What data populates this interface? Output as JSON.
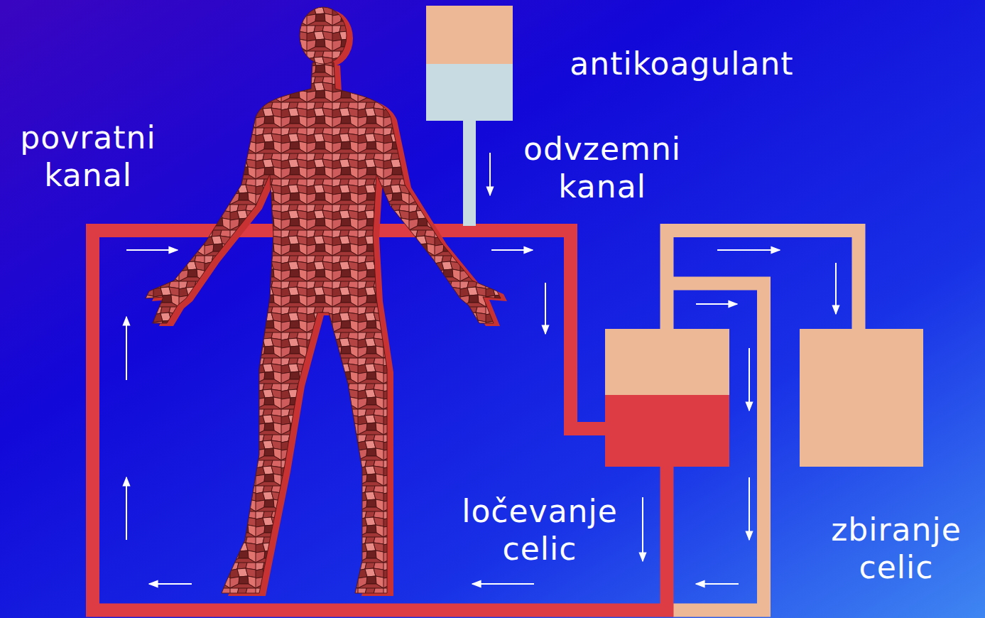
{
  "diagram": {
    "labels": [
      "antikoagulant",
      "povratni kanal",
      "odvzemni kanal",
      "ločevanje celic",
      "zbiranje celic"
    ]
  }
}
